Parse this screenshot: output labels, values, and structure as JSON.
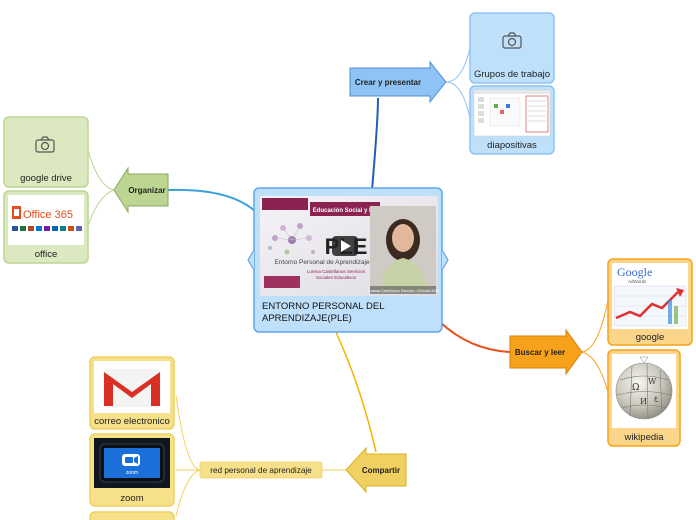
{
  "central": {
    "title": "ENTORNO PERSONAL DEL APRENDIZAJE(PLE)",
    "title_line1": "ENTORNO PERSONAL DEL",
    "title_line2": "APRENDIZAJE(PLE)",
    "video": {
      "banner": "Educación Social y EC",
      "ple_logo": "PLE",
      "caption": "Entorno Personal de Aprendizaje",
      "subcaption_line1": "Lorena Castellanos Servicios",
      "subcaption_line2": "Sociales Educativos",
      "footer_text": "Lorena Castellanos Sánchez, Orihuela 2016"
    }
  },
  "branches": {
    "crear": {
      "label": "Crear y presentar",
      "children": [
        {
          "label": "Grupos de trabajo",
          "image": "camera-icon"
        },
        {
          "label": "diapositivas",
          "image": "slides-screenshot"
        }
      ]
    },
    "organizar": {
      "label": "Organizar",
      "children": [
        {
          "label": "google drive",
          "image": "camera-icon"
        },
        {
          "label": "office",
          "image": "office365-logo",
          "logo_text": "Office 365"
        }
      ]
    },
    "buscar": {
      "label": "Buscar y leer",
      "children": [
        {
          "label": "google",
          "image": "google-chart",
          "logo_text": "Google",
          "sub_text": "AdWords"
        },
        {
          "label": "wikipedia",
          "image": "wikipedia-globe"
        }
      ]
    },
    "compartir": {
      "label": "Compartir",
      "subtopic": "red personal de aprendizaje",
      "children": [
        {
          "label": "correo electronico",
          "image": "gmail-logo"
        },
        {
          "label": "zoom",
          "image": "zoom-phone",
          "logo_text": "zoom"
        },
        {
          "label": "",
          "image": "partial-card"
        }
      ]
    }
  },
  "colors": {
    "central_fill": "#bfe0fb",
    "central_border": "#60a5e8",
    "crear_line": "#1f5fbf",
    "crear_fill": "#8fc3f5",
    "organizar_line": "#3aa0e0",
    "organizar_fill": "#bcd592",
    "buscar_line": "#e8521a",
    "buscar_fill": "#f7a21a",
    "compartir_line": "#f0b400",
    "compartir_fill": "#f0d060"
  }
}
